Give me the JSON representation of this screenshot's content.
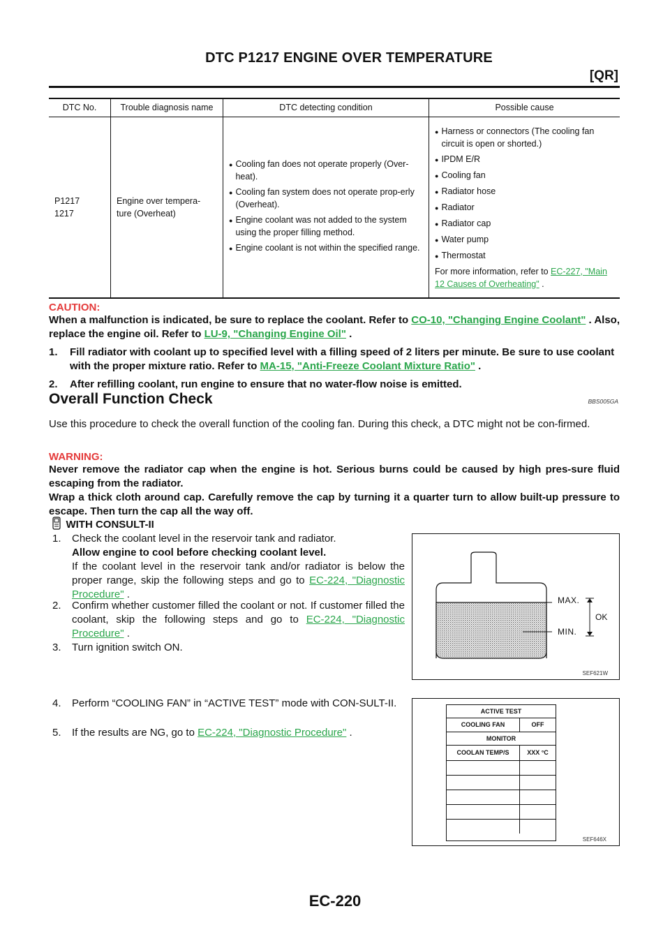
{
  "header": {
    "title": "DTC P1217 ENGINE OVER TEMPERATURE",
    "section": "[QR]"
  },
  "table": {
    "headers": [
      "DTC No.",
      "Trouble diagnosis name",
      "DTC detecting condition",
      "Possible cause"
    ],
    "dtc_no_line1": "P1217",
    "dtc_no_line2": "1217",
    "diag_name_line1": "Engine over tempera-",
    "diag_name_line2": "ture (Overheat)",
    "conditions": [
      "Cooling fan does not operate properly (Over-heat).",
      "Cooling fan system does not operate prop-erly (Overheat).",
      "Engine coolant was not added to the system using the proper filling method.",
      "Engine coolant is not within the specified range."
    ],
    "causes": [
      "Harness or connectors (The cooling fan circuit is open or shorted.)",
      "IPDM E/R",
      "Cooling fan",
      "Radiator hose",
      "Radiator",
      "Radiator cap",
      "Water pump",
      "Thermostat"
    ],
    "more_info_prefix": "For more information, refer to ",
    "more_info_link": "EC-227, \"Main 12 Causes of Overheating\"",
    "more_info_suffix": " ."
  },
  "caution": {
    "label": "CAUTION:",
    "line_prefix": "When a malfunction is indicated, be sure to replace the coolant. Refer to ",
    "link1": "CO-10, \"Changing Engine Coolant\"",
    "mid": " . Also, replace the engine oil. Refer to ",
    "link2": "LU-9, \"Changing Engine Oil\"",
    "end": " .",
    "item1_num": "1.",
    "item1_text": "Fill radiator with coolant up to specified level with a filling speed of 2 liters per minute. Be sure to use coolant with the proper mixture ratio. Refer to ",
    "item1_link": "MA-15, \"Anti-Freeze Coolant Mixture Ratio\"",
    "item1_end": " .",
    "item2_num": "2.",
    "item2_text": "After refilling coolant, run engine to ensure that no water-flow noise is emitted."
  },
  "overall": {
    "heading": "Overall Function Check",
    "code": "BBS005GA",
    "intro": "Use this procedure to check the overall function of the cooling fan. During this check, a DTC might not be con-firmed."
  },
  "warning": {
    "label": "WARNING:",
    "text1": "Never remove the radiator cap when the engine is hot. Serious burns could be caused by high pres-sure fluid escaping from the radiator.",
    "text2": "Wrap a thick cloth around cap. Carefully remove the cap by turning it a quarter turn to allow built-up pressure to escape. Then turn the cap all the way off."
  },
  "consult": {
    "heading": "WITH CONSULT-II",
    "steps": [
      {
        "num": "1.",
        "text": "Check the coolant level in the reservoir tank and radiator.",
        "bold": "Allow engine to cool before checking coolant level.",
        "more": "If the coolant level in the reservoir tank and/or radiator is below the proper range, skip the following steps and go to ",
        "link": "EC-224, \"Diagnostic Procedure\"",
        "end": " ."
      },
      {
        "num": "2.",
        "text": "Confirm whether customer filled the coolant or not. If customer filled the coolant, skip the following steps and go to ",
        "link": "EC-224, \"Diagnostic Procedure\"",
        "end": " ."
      },
      {
        "num": "3.",
        "text": "Turn ignition switch ON."
      },
      {
        "num": "4.",
        "text": "Perform “COOLING FAN” in “ACTIVE TEST” mode with CON-SULT-II."
      },
      {
        "num": "5.",
        "text": "If the results are NG, go to ",
        "link": "EC-224, \"Diagnostic Procedure\"",
        "end": " ."
      }
    ]
  },
  "figure1": {
    "max_label": "MAX.",
    "min_label": "MIN.",
    "ok_label": "OK",
    "caption": "SEF621W"
  },
  "figure2": {
    "active_test": "ACTIVE TEST",
    "item": "COOLING FAN",
    "item_value": "OFF",
    "monitor": "MONITOR",
    "monitor_item": "COOLAN TEMP/S",
    "monitor_value": "XXX °C",
    "caption": "SEF646X"
  },
  "footer": {
    "page": "EC-220"
  }
}
